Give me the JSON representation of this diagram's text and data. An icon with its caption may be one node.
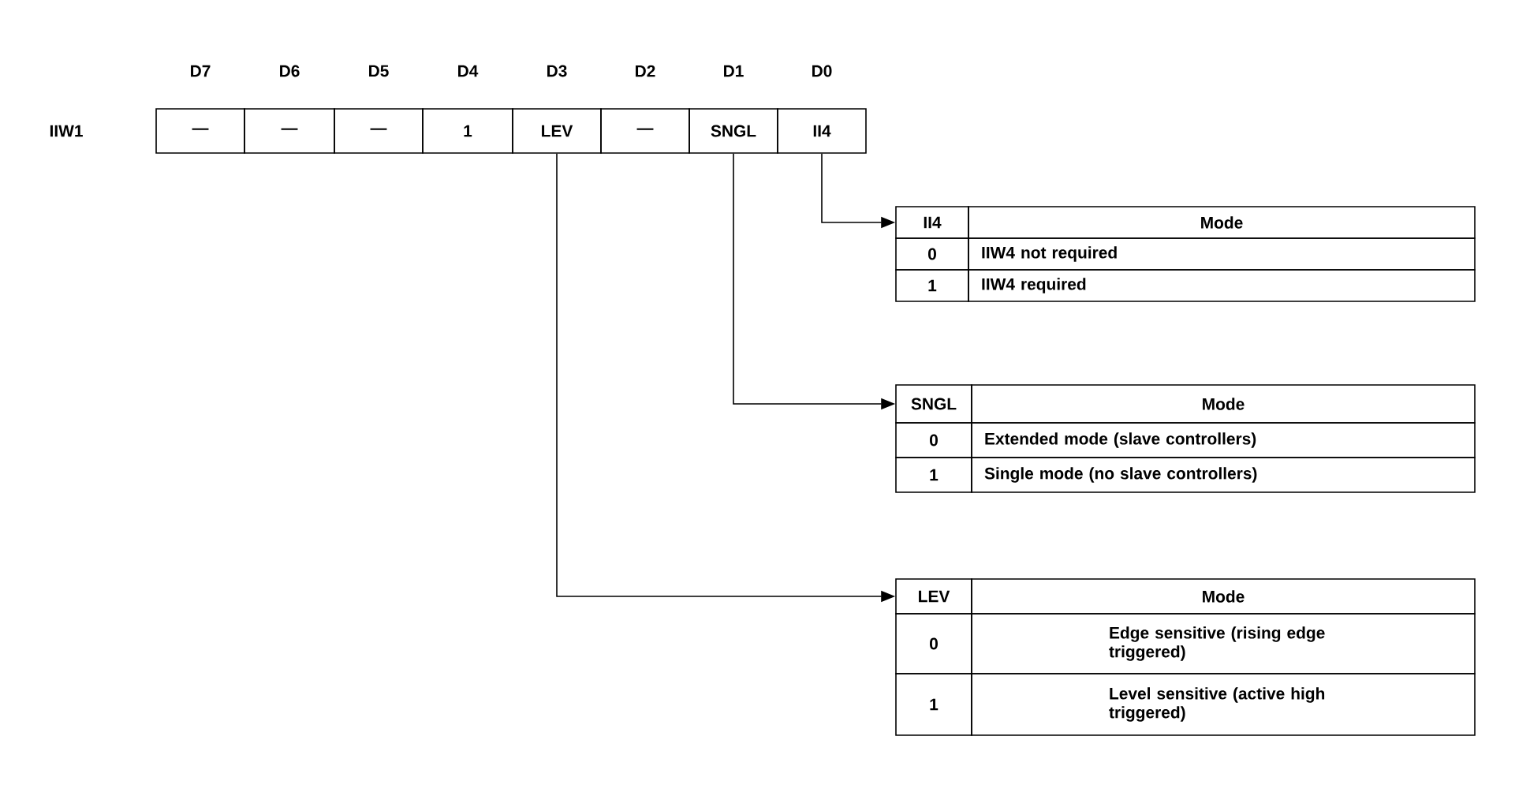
{
  "diagram": {
    "nodes": [
      {
        "text": [
          "—"
        ]
      },
      {
        "text": [
          "—"
        ]
      },
      {
        "text": [
          "—"
        ]
      },
      {
        "text": [
          "1"
        ]
      },
      {
        "text": [
          "LEV"
        ]
      },
      {
        "text": [
          "—"
        ]
      },
      {
        "text": [
          "SNGL"
        ]
      },
      {
        "text": [
          "II4"
        ]
      },
      {
        "text": [
          "II4"
        ]
      },
      {
        "text": [
          "Mode"
        ]
      },
      {
        "text": [
          "0"
        ]
      },
      {
        "text": [
          "IIW4 not required"
        ]
      },
      {
        "text": [
          "1"
        ]
      },
      {
        "text": [
          "IIW4 required"
        ]
      },
      {
        "text": [
          "SNGL"
        ]
      },
      {
        "text": [
          "Mode"
        ]
      },
      {
        "text": [
          "0"
        ]
      },
      {
        "text": [
          "Extended mode (slave controllers)"
        ]
      },
      {
        "text": [
          "1"
        ]
      },
      {
        "text": [
          "Single mode (no slave controllers)"
        ]
      },
      {
        "text": [
          "LEV"
        ]
      },
      {
        "text": [
          "Mode"
        ]
      },
      {
        "text": [
          "0"
        ]
      },
      {
        "text": [
          "Edge sensitive (rising edge triggered)"
        ]
      },
      {
        "text": [
          "1"
        ]
      },
      {
        "text": [
          "Level sensitive (active high triggered)"
        ]
      }
    ],
    "edges": [
      {
        "from": 7,
        "to": 8,
        "arrow": "to"
      },
      {
        "from": 6,
        "to": 14,
        "arrow": "to"
      },
      {
        "from": 4,
        "to": 20,
        "arrow": "to"
      }
    ],
    "labels": [
      "D7",
      "D6",
      "D5",
      "D4",
      "D3",
      "D2",
      "D1",
      "D0",
      "IIW1"
    ]
  }
}
